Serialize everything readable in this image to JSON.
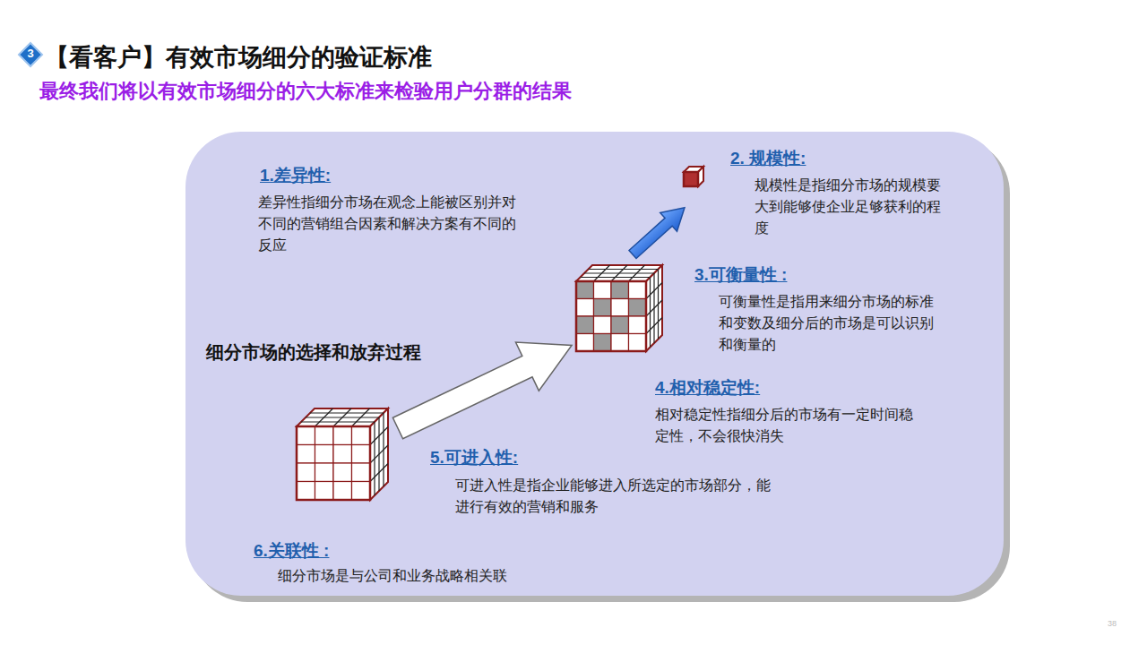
{
  "diagram": {
    "title": "【看客户】有效市场细分的验证标准",
    "nodes": [
      {
        "text": [
          "细分市场的选择和放弃过程"
        ]
      }
    ],
    "labels": [
      "3",
      "最终我们将以有效市场细分的六大标准来检验用户分群的结果",
      "1.差异性:",
      "差异性指细分市场在观念上能被区别并对不同的营销组合因素和解决方案有不同的反应",
      "2. 规模性:",
      "规模性是指细分市场的规模要大到能够使企业足够获利的程度",
      "3.可衡量性 :",
      "可衡量性是指用来细分市场的标准和变数及细分后的市场是可以识别和衡量的",
      "4.相对稳定性:",
      "相对稳定性指细分后的市场有一定时间稳定性，不会很快消失",
      "5.可进入性:",
      "可进入性是指企业能够进入所选定的市场部分，能进行有效的营销和服务",
      "6.关联性 :",
      "细分市场是与公司和业务战略相关联",
      "38"
    ]
  }
}
